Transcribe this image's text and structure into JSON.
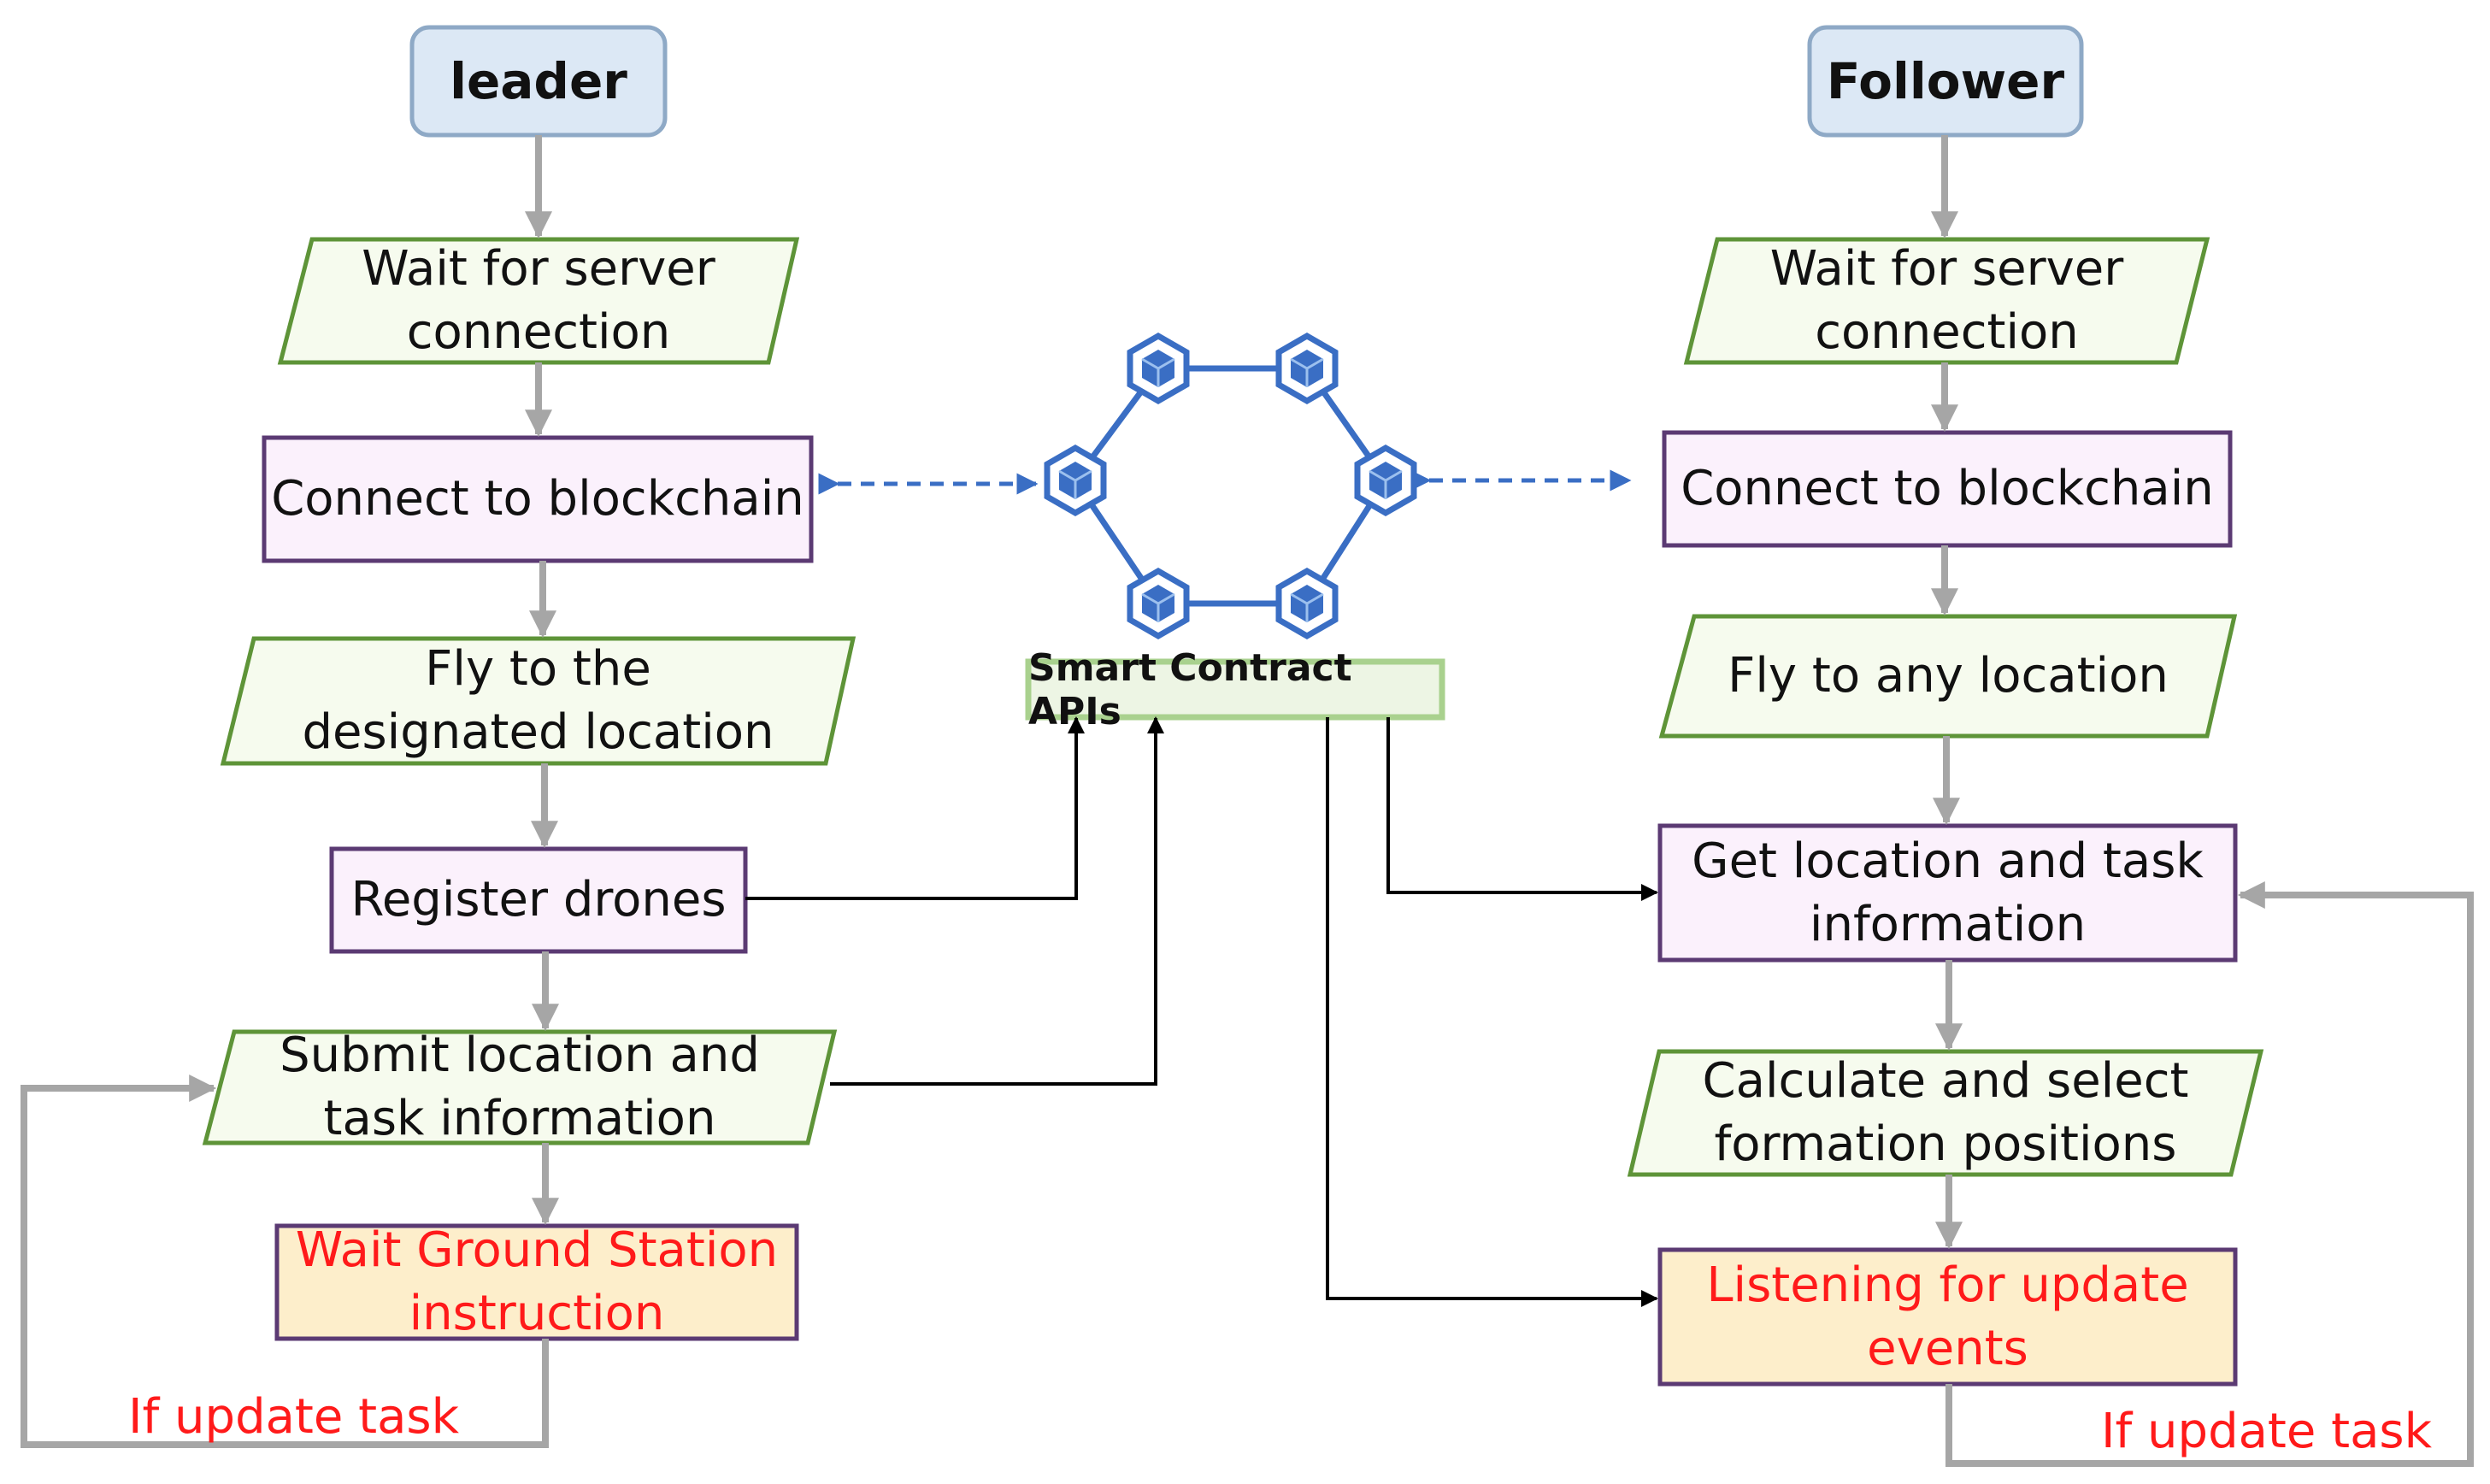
{
  "colors": {
    "header_fill": "#dce8f5",
    "header_stroke": "#8ea9c6",
    "io_fill": "#f6fbee",
    "io_stroke": "#5e9438",
    "process_fill": "#fbf1fc",
    "process_stroke": "#5b3a73",
    "highlight_fill": "#fdeecb",
    "highlight_stroke": "#5b3a73",
    "flow_arrow": "#a6a6a6",
    "api_arrow": "#000000",
    "blockchain": "#3a6ec4",
    "accent_text": "#ff1a1a",
    "api_box_fill": "#edf5e4",
    "api_box_stroke": "#a9d18e"
  },
  "leader": {
    "title": "leader",
    "wait_server": "Wait for server\nconnection",
    "connect": "Connect to blockchain",
    "fly": "Fly to the\ndesignated location",
    "register": "Register drones",
    "submit": "Submit location and\ntask information",
    "wait_ground": "Wait Ground Station\ninstruction",
    "loop_label": "If update task"
  },
  "follower": {
    "title": "Follower",
    "wait_server": "Wait for server\nconnection",
    "connect": "Connect to blockchain",
    "fly": "Fly to any location",
    "get_info": "Get location and task\ninformation",
    "calculate": "Calculate and select\nformation positions",
    "listen": "Listening for update\nevents",
    "loop_label": "If update task"
  },
  "center": {
    "api_label": "Smart Contract APIs",
    "icon": "blockchain-network-icon"
  }
}
